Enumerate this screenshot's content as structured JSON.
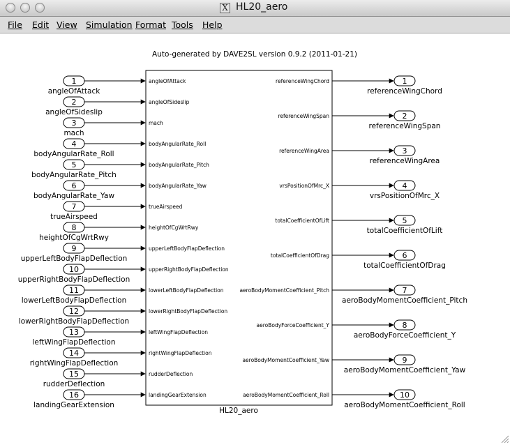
{
  "window": {
    "title": "HL20_aero",
    "x_icon": "X"
  },
  "menu": [
    "File",
    "Edit",
    "View",
    "Simulation",
    "Format",
    "Tools",
    "Help"
  ],
  "model": {
    "header": "Auto-generated by DAVE2SL version 0.9.2 (2011-01-21)",
    "block_name": "HL20_aero"
  },
  "inputs": [
    {
      "num": "1",
      "label": "angleOfAttack",
      "port": "angleOfAttack"
    },
    {
      "num": "2",
      "label": "angleOfSideslip",
      "port": "angleOfSideslip"
    },
    {
      "num": "3",
      "label": "mach",
      "port": "mach"
    },
    {
      "num": "4",
      "label": "bodyAngularRate_Roll",
      "port": "bodyAngularRate_Roll"
    },
    {
      "num": "5",
      "label": "bodyAngularRate_Pitch",
      "port": "bodyAngularRate_Pitch"
    },
    {
      "num": "6",
      "label": "bodyAngularRate_Yaw",
      "port": "bodyAngularRate_Yaw"
    },
    {
      "num": "7",
      "label": "trueAirspeed",
      "port": "trueAirspeed"
    },
    {
      "num": "8",
      "label": "heightOfCgWrtRwy",
      "port": "heightOfCgWrtRwy"
    },
    {
      "num": "9",
      "label": "upperLeftBodyFlapDeflection",
      "port": "upperLeftBodyFlapDeflection"
    },
    {
      "num": "10",
      "label": "upperRightBodyFlapDeflection",
      "port": "upperRightBodyFlapDeflection"
    },
    {
      "num": "11",
      "label": "lowerLeftBodyFlapDeflection",
      "port": "lowerLeftBodyFlapDeflection"
    },
    {
      "num": "12",
      "label": "lowerRightBodyFlapDeflection",
      "port": "lowerRightBodyFlapDeflection"
    },
    {
      "num": "13",
      "label": "leftWingFlapDeflection",
      "port": "leftWingFlapDeflection"
    },
    {
      "num": "14",
      "label": "rightWingFlapDeflection",
      "port": "rightWingFlapDeflection"
    },
    {
      "num": "15",
      "label": "rudderDeflection",
      "port": "rudderDeflection"
    },
    {
      "num": "16",
      "label": "landingGearExtension",
      "port": "landingGearExtension"
    }
  ],
  "outputs": [
    {
      "num": "1",
      "label": "referenceWingChord",
      "port": "referenceWingChord"
    },
    {
      "num": "2",
      "label": "referenceWingSpan",
      "port": "referenceWingSpan"
    },
    {
      "num": "3",
      "label": "referenceWingArea",
      "port": "referenceWingArea"
    },
    {
      "num": "4",
      "label": "vrsPositionOfMrc_X",
      "port": "vrsPositionOfMrc_X"
    },
    {
      "num": "5",
      "label": "totalCoefficientOfLift",
      "port": "totalCoefficientOfLift"
    },
    {
      "num": "6",
      "label": "totalCoefficientOfDrag",
      "port": "totalCoefficientOfDrag"
    },
    {
      "num": "7",
      "label": "aeroBodyMomentCoefficient_Pitch",
      "port": "aeroBodyMomentCoefficient_Pitch"
    },
    {
      "num": "8",
      "label": "aeroBodyForceCoefficient_Y",
      "port": "aeroBodyForceCoefficient_Y"
    },
    {
      "num": "9",
      "label": "aeroBodyMomentCoefficient_Yaw",
      "port": "aeroBodyMomentCoefficient_Yaw"
    },
    {
      "num": "10",
      "label": "aeroBodyMomentCoefficient_Roll",
      "port": "aeroBodyMomentCoefficient_Roll"
    }
  ]
}
